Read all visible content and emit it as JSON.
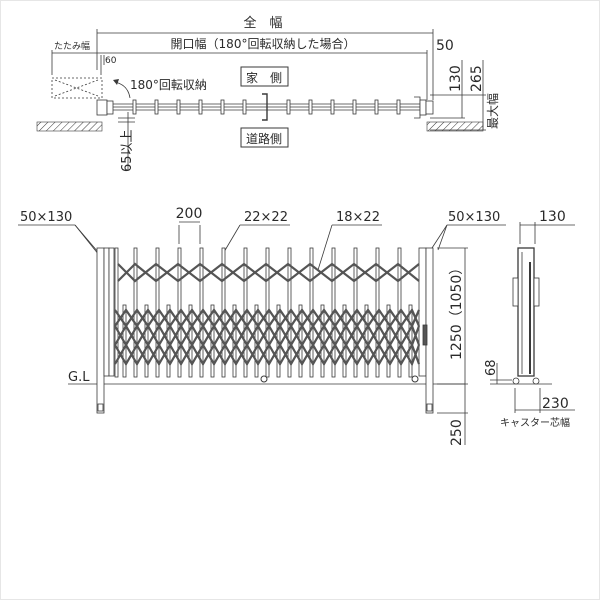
{
  "diagram": {
    "type": "technical-drawing",
    "subject": "Folding accordion gate (plan, elevation, side views)",
    "stroke_color": "#3a3a3a",
    "background": "#ffffff"
  },
  "plan_view": {
    "overall_width_label": "全　幅",
    "opening_width_label": "開口幅（180°回転収納した場合）",
    "folded_width_label": "たたみ幅",
    "dim_60": "60",
    "dim_50": "50",
    "dim_130": "130",
    "dim_265": "265",
    "max_width_label": "最大幅",
    "rotate_label": "180°回転収納",
    "house_side_label": "家　側",
    "road_side_label": "道路側",
    "min_clearance_label": "65以上"
  },
  "elevation_view": {
    "left_post_size": "50×130",
    "right_post_size": "50×130",
    "pitch_label": "200",
    "main_bar_size": "22×22",
    "sub_bar_size": "18×22",
    "ground_level_label": "G.L",
    "height_label": "1250（1050）",
    "embed_depth_label": "250",
    "main_bar_count": 15
  },
  "side_view": {
    "depth_label": "130",
    "caster_height_label": "68",
    "caster_width_label": "230",
    "caster_center_width_label": "キャスター芯幅"
  }
}
